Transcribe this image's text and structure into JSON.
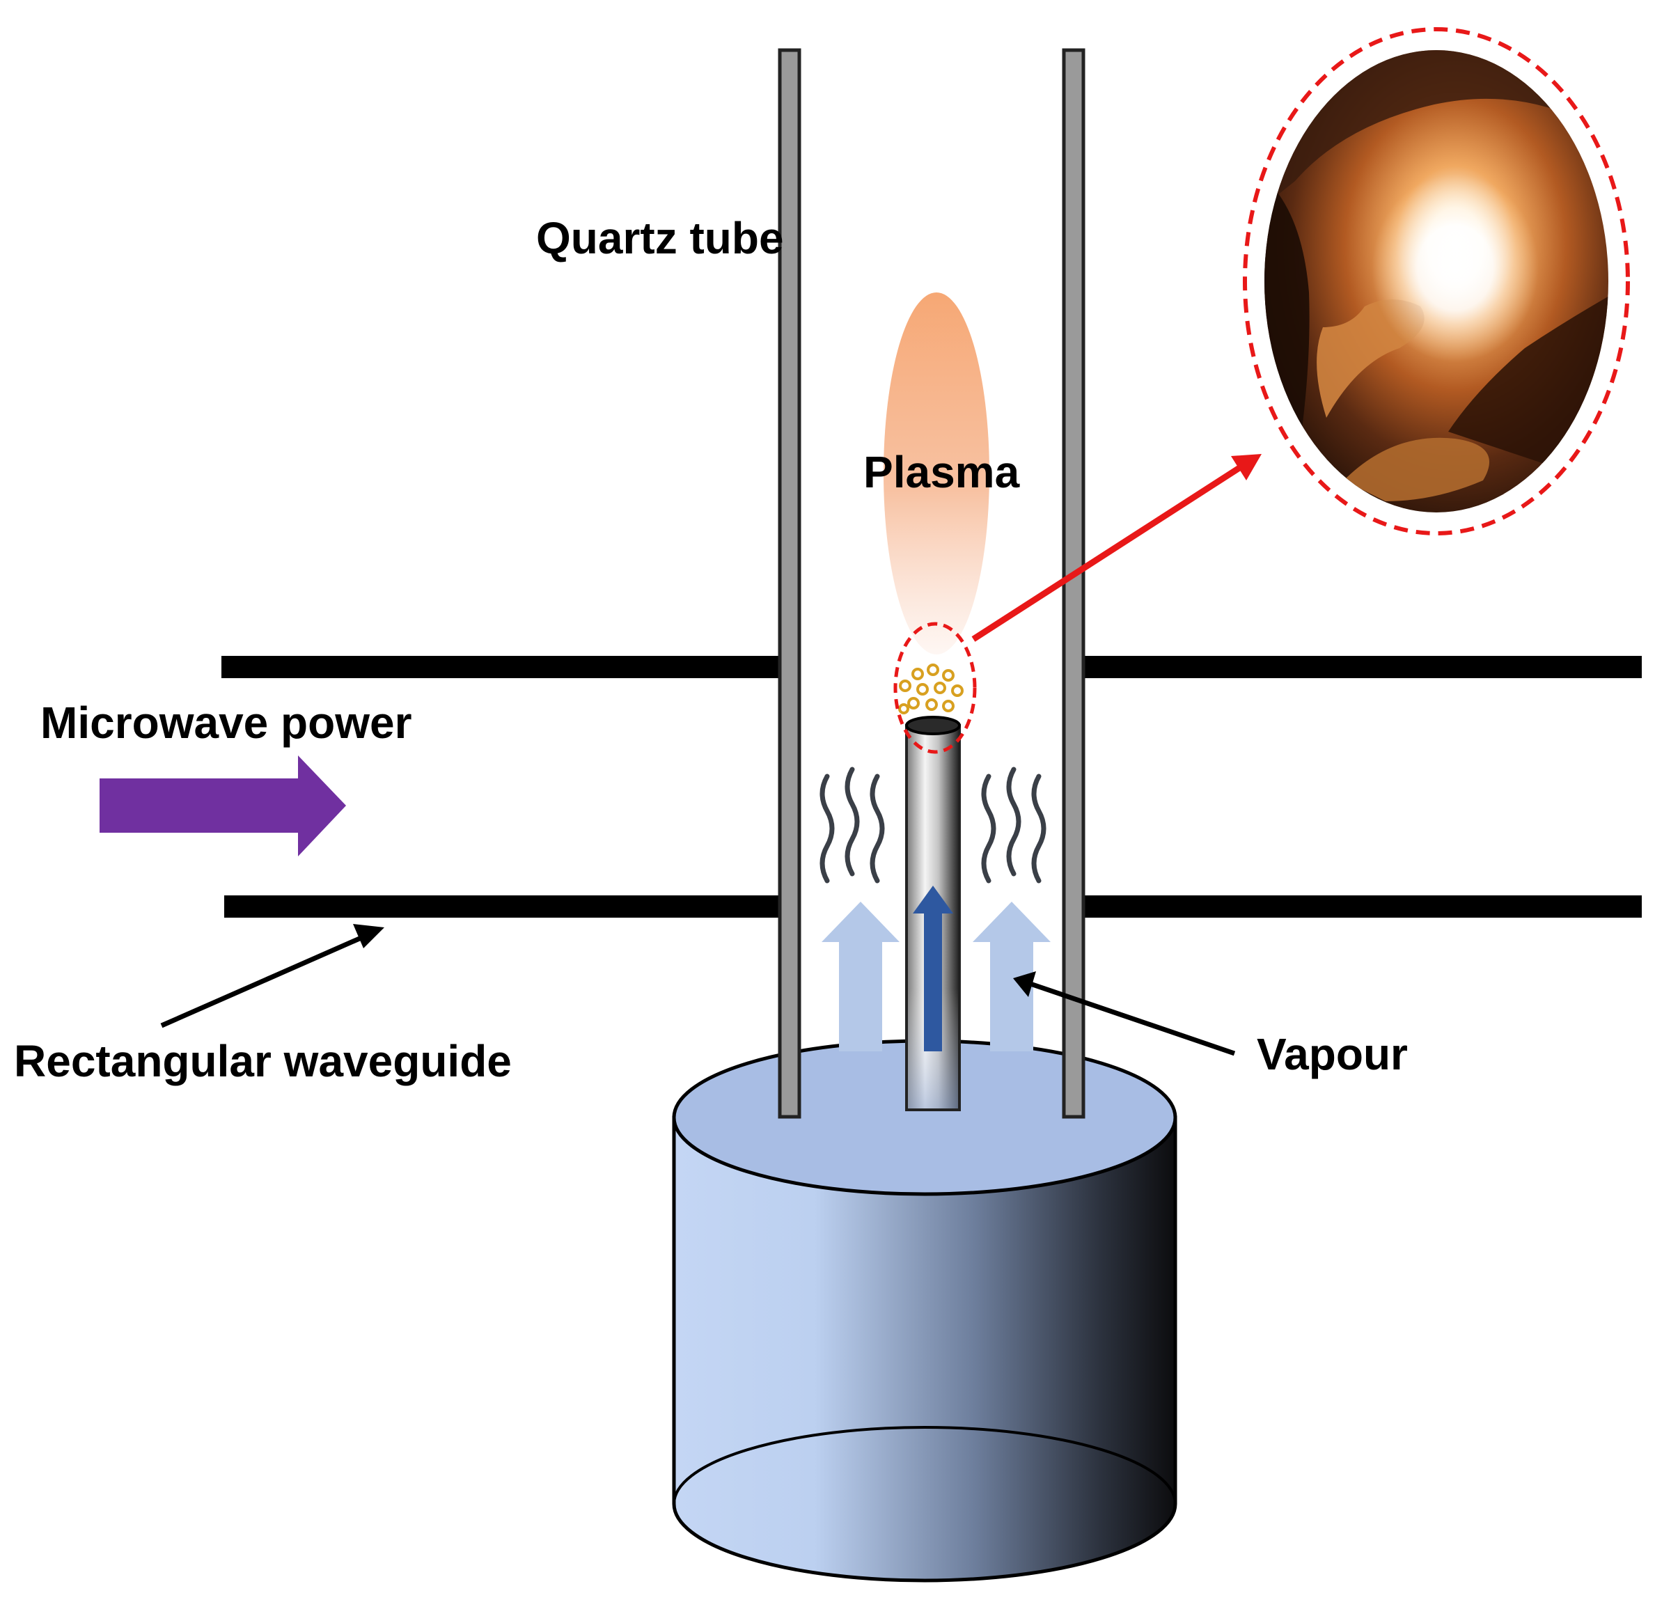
{
  "labels": {
    "quartz_tube": "Quartz tube",
    "plasma": "Plasma",
    "microwave_power": "Microwave power",
    "rectangular_waveguide": "Rectangular waveguide",
    "vapour": "Vapour"
  },
  "colors": {
    "waveguide": "#000000",
    "tube_wall": "#9a9a9a",
    "microwave_arrow": "#7030a0",
    "plasma": "#f4a070",
    "callout": "#e81818",
    "vapour_arrow": "#b4c8e8",
    "inner_arrow": "#2e58a0",
    "water_top": "#a8bde4",
    "container_light": "#c4d6f4",
    "container_dark": "#111111",
    "particles": "#d8a020"
  },
  "icons": {
    "microwave_arrow": "right-arrow-icon",
    "vapour_arrows": "up-arrow-icon",
    "vapour_waves": "wavy-line-icon",
    "photo_inset": "plasma-photo"
  }
}
